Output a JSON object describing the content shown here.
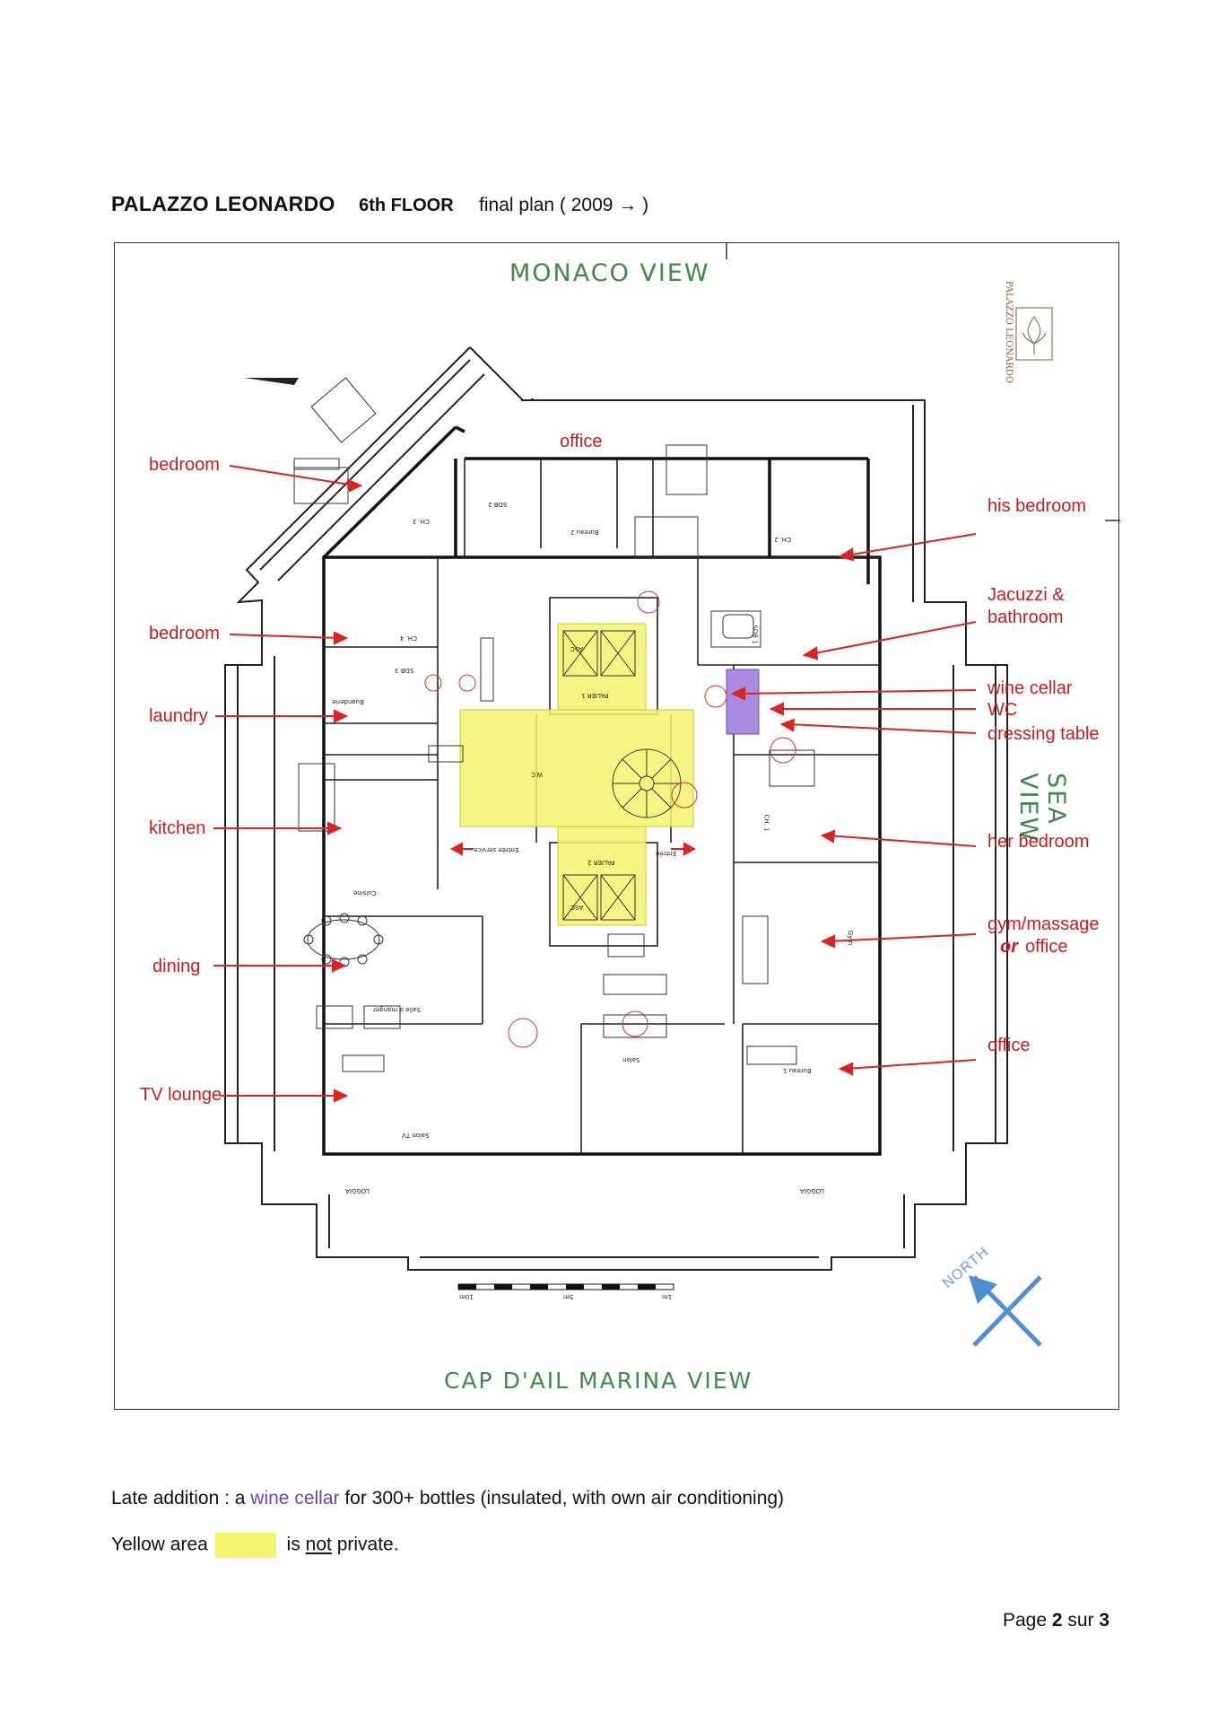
{
  "header": {
    "building": "PALAZZO LEONARDO",
    "floor": "6th FLOOR",
    "subtitle": "final plan ( 2009 → )"
  },
  "plan": {
    "views": {
      "top": "MONACO VIEW",
      "bottom": "CAP D'AIL MARINA VIEW",
      "right": "SEA VIEW"
    },
    "logo_text": "PALAZZO LEONARDO",
    "compass_label": "NORTH",
    "scale_labels": [
      "10m",
      "5m",
      "1m"
    ],
    "labels_left": [
      {
        "name": "bedroom-label-1",
        "text": "bedroom"
      },
      {
        "name": "bedroom-label-2",
        "text": "bedroom"
      },
      {
        "name": "laundry-label",
        "text": "laundry"
      },
      {
        "name": "kitchen-label",
        "text": "kitchen"
      },
      {
        "name": "dining-label",
        "text": "dining"
      },
      {
        "name": "tv-lounge-label",
        "text": "TV lounge"
      }
    ],
    "label_office_top": "office",
    "labels_right": {
      "his_bedroom": "his bedroom",
      "jacuzzi_1": "Jacuzzi  &",
      "jacuzzi_2": "bathroom",
      "wine_cellar": "wine cellar",
      "wc": "WC",
      "dressing_table": "dressing table",
      "her_bedroom": "her bedroom",
      "gym_1": "gym/massage",
      "gym_or": "or",
      "gym_2": "office",
      "office": "office"
    },
    "room_codes": {
      "ch3": "CH. 3",
      "ch4": "CH. 4",
      "ch2": "CH. 2",
      "ch1": "CH. 1",
      "sdb1": "SDB 1",
      "sdb2": "SDB 2",
      "sdb3": "SDB 3",
      "bureau1": "Bureau 1",
      "bureau2": "Bureau 2",
      "palier1": "PALIER 1",
      "palier2": "PALIER 2",
      "asc": "ASC",
      "wc_code": "W.C",
      "cuisine": "Cuisine",
      "buanderie": "Buanderie",
      "salle_manger": "Salle à manger",
      "salon_tv": "Salon TV",
      "salon": "Salon",
      "gym": "Gym",
      "entree_service": "Entrée service",
      "entree": "Entrée",
      "loggia": "LOGGIA"
    }
  },
  "notes": {
    "late_prefix": "Late addition : a ",
    "late_highlight": "wine cellar",
    "late_suffix": " for 300+ bottles (insulated, with own air conditioning)",
    "yellow_prefix": "Yellow area",
    "yellow_mid": "is ",
    "yellow_not": "not",
    "yellow_suffix": " private."
  },
  "footer": {
    "prefix": "Page ",
    "page": "2",
    "mid": " sur ",
    "total": "3"
  },
  "colors": {
    "view_text": "#3e8a4a",
    "label_red": "#cc1d1d",
    "highlight_yellow": "#f4f36f",
    "wine_cellar_purple": "#a98be0",
    "compass_blue": "#4f8fd1"
  }
}
